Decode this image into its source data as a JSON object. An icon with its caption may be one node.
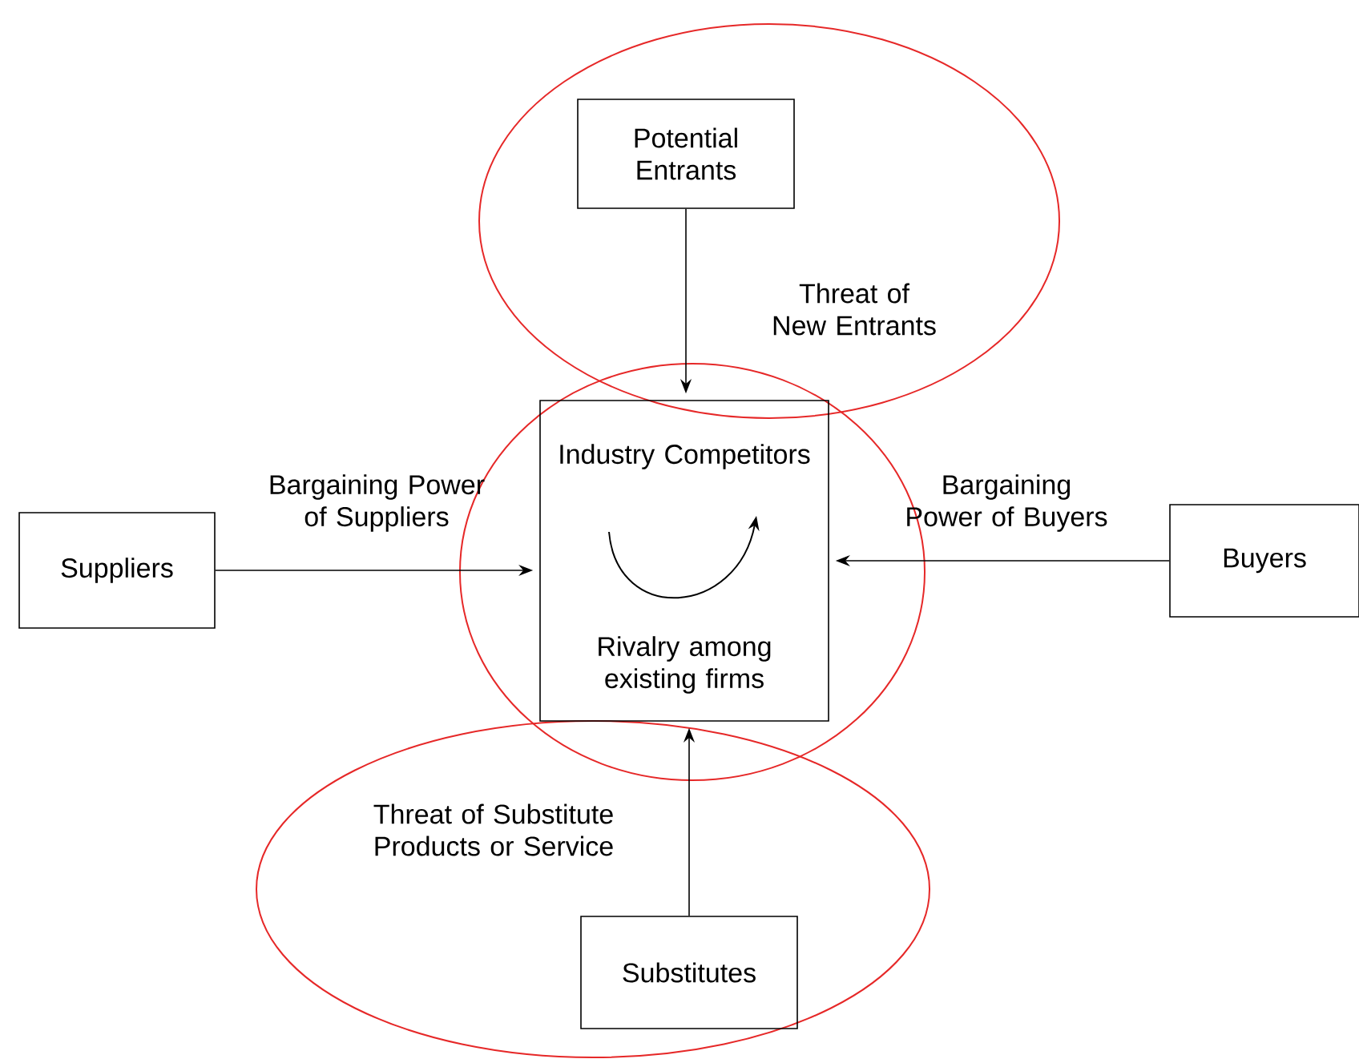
{
  "diagram": {
    "nodes": [
      {
        "text": [
          "Potential Entrants"
        ]
      },
      {
        "text": [
          "Suppliers"
        ]
      },
      {
        "text": [
          "Industry Competitors",
          "Rivalry among existing firms"
        ]
      },
      {
        "text": [
          "Buyers"
        ]
      },
      {
        "text": [
          "Substitutes"
        ]
      }
    ],
    "edges": [
      {
        "from": 0,
        "to": 2,
        "arrow": "to",
        "label": "Threat of New Entrants"
      },
      {
        "from": 1,
        "to": 2,
        "arrow": "to",
        "label": "Bargaining Power of Suppliers"
      },
      {
        "from": 3,
        "to": 2,
        "arrow": "to",
        "label": "Bargaining Power of Buyers"
      },
      {
        "from": 4,
        "to": 2,
        "arrow": "to",
        "label": "Threat of Substitute Products or Service"
      }
    ]
  }
}
